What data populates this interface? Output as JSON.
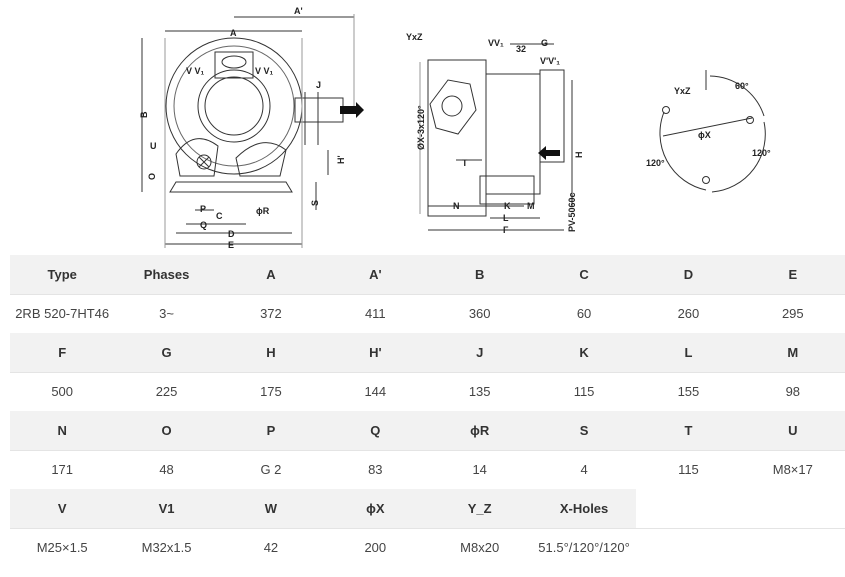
{
  "drawing": {
    "labels": {
      "a_prime": "A'",
      "a": "A",
      "b": "B",
      "vv1": "V V₁",
      "vv1b": "V V₁",
      "j": "J",
      "u": "U",
      "o": "O",
      "h_prime": "H'",
      "s": "S",
      "phi_r": "ϕR",
      "p": "P",
      "c": "C",
      "q": "Q",
      "d": "D",
      "e": "E",
      "yxz": "YxZ",
      "vv_side": "VV₁",
      "w": "32",
      "g": "G",
      "vv_side2": "V'V'₁",
      "phi_x_holes": "ØX-3x120°",
      "t": "T",
      "h": "H",
      "n": "N",
      "k": "K",
      "m": "M",
      "l": "L",
      "f": "F",
      "model_code": "PV-5060c",
      "flange_yxz": "YxZ",
      "flange_60": "60°",
      "flange_phix": "ϕX",
      "flange_120a": "120°",
      "flange_120b": "120°"
    }
  },
  "table": {
    "rows": [
      {
        "headers": [
          "Type",
          "Phases",
          "A",
          "A'",
          "B",
          "C",
          "D",
          "E"
        ],
        "values": [
          "2RB 520-7HT46",
          "3~",
          "372",
          "411",
          "360",
          "60",
          "260",
          "295"
        ]
      },
      {
        "headers": [
          "F",
          "G",
          "H",
          "H'",
          "J",
          "K",
          "L",
          "M"
        ],
        "values": [
          "500",
          "225",
          "175",
          "144",
          "135",
          "115",
          "155",
          "98"
        ]
      },
      {
        "headers": [
          "N",
          "O",
          "P",
          "Q",
          "ϕR",
          "S",
          "T",
          "U"
        ],
        "values": [
          "171",
          "48",
          "G 2",
          "83",
          "14",
          "4",
          "115",
          "M8×17"
        ]
      },
      {
        "headers": [
          "V",
          "V1",
          "W",
          "ϕX",
          "Y_Z",
          "X-Holes"
        ],
        "values": [
          "M25×1.5",
          "M32x1.5",
          "42",
          "200",
          "M8x20",
          "51.5°/120°/120°"
        ]
      }
    ]
  }
}
